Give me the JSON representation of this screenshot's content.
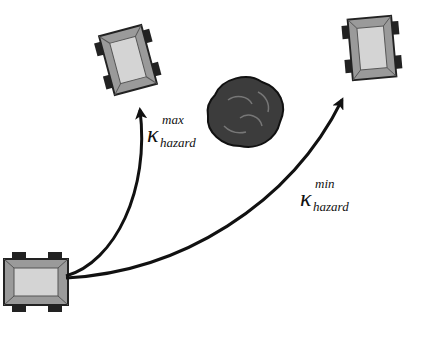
{
  "diagram": {
    "labels": [
      "κ",
      "max",
      "hazard",
      "κ",
      "min",
      "hazard"
    ]
  }
}
